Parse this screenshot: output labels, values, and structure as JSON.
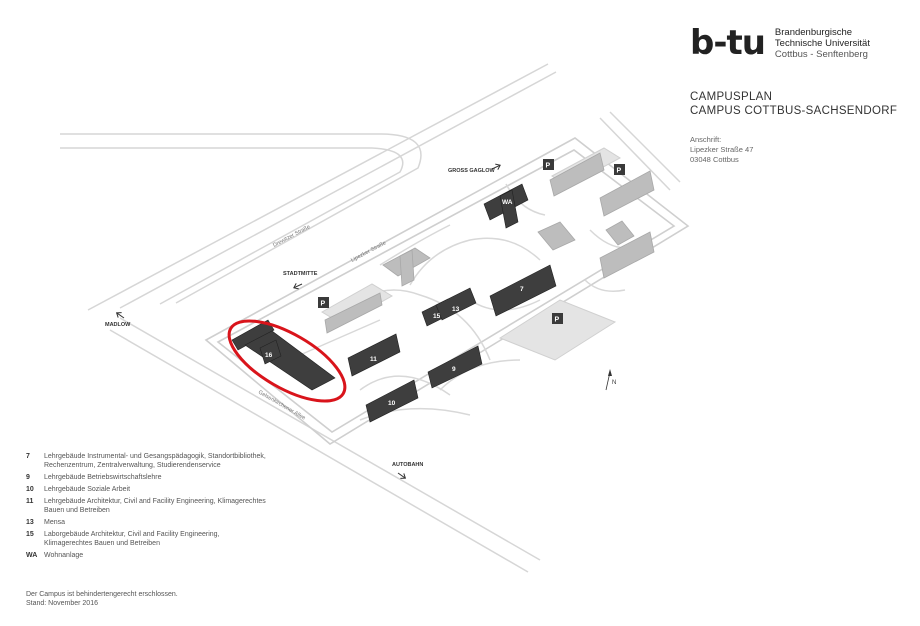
{
  "logo": {
    "mark": "b-tu",
    "line1": "Brandenburgische",
    "line2": "Technische Universität",
    "line3": "Cottbus - Senftenberg"
  },
  "title": {
    "line1": "CAMPUSPLAN",
    "line2": "CAMPUS COTTBUS-SACHSENDORF"
  },
  "address": {
    "label": "Anschrift:",
    "street": "Lipezker Straße 47",
    "city": "03048 Cottbus"
  },
  "map": {
    "streets": {
      "drewitzer": "Drewitzer Straße",
      "lipezker": "Lipezker Straße",
      "gelsenkirchener": "Gelsenkirchener Allee"
    },
    "directions": {
      "gross_gaglow": "GROSS GAGLOW",
      "stadtmitte": "STADTMITTE",
      "madlow": "MADLOW",
      "autobahn": "AUTOBAHN"
    },
    "parking": "P",
    "north": "N",
    "buildings": {
      "b7": "7",
      "b9": "9",
      "b10": "10",
      "b11": "11",
      "b13": "13",
      "b15": "15",
      "b16": "16",
      "wa": "WA"
    },
    "highlight_color": "#d9141b"
  },
  "legend": [
    {
      "num": "7",
      "text": "Lehrgebäude Instrumental- und Gesangspädagogik, Standortbibliothek, Rechenzentrum, Zentralverwaltung, Studierendenservice"
    },
    {
      "num": "9",
      "text": "Lehrgebäude Betriebswirtschaftslehre"
    },
    {
      "num": "10",
      "text": "Lehrgebäude Soziale Arbeit"
    },
    {
      "num": "11",
      "text": "Lehrgebäude Architektur, Civil and Facility Engineering, Klimagerechtes Bauen und Betreiben"
    },
    {
      "num": "13",
      "text": "Mensa"
    },
    {
      "num": "15",
      "text": "Laborgebäude Architektur, Civil and Facility Engineering, Klimagerechtes Bauen und Betreiben"
    },
    {
      "num": "WA",
      "text": "Wohnanlage"
    }
  ],
  "footer": {
    "line1": "Der Campus ist behindertengerecht erschlossen.",
    "line2": "Stand: November 2016"
  }
}
